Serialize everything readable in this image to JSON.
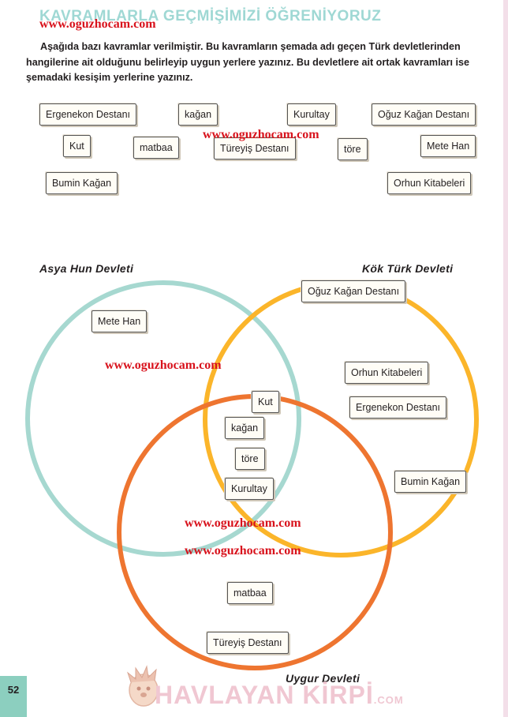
{
  "page": {
    "title": "KAVRAMLARLA GEÇMİŞİMİZİ ÖĞRENİYORUZ",
    "watermark": "www.oguzhocam.com",
    "instructions": "Aşağıda bazı kavramlar verilmiştir. Bu kavramların şemada adı geçen Türk devletlerinden hangilerine ait olduğunu belirleyip uygun yerlere yazınız. Bu devletlere ait ortak kavramları ise şemadaki kesişim yerlerine yazınız.",
    "page_number": "52",
    "logo_text": "HAVLAYAN KİRPİ",
    "logo_suffix": ".COM"
  },
  "concepts": {
    "ergenekon": "Ergenekon Destanı",
    "kagan": "kağan",
    "kurultay": "Kurultay",
    "oguz": "Oğuz Kağan Destanı",
    "kut": "Kut",
    "matbaa": "matbaa",
    "tureyis": "Türeyiş Destanı",
    "tore": "töre",
    "mete": "Mete Han",
    "bumin": "Bumin Kağan",
    "orhun": "Orhun Kitabeleri"
  },
  "diagram": {
    "asya_hun": {
      "label": "Asya Hun Devleti",
      "color": "#a6d8d0",
      "items": [
        "Mete Han"
      ]
    },
    "kok_turk": {
      "label": "Kök Türk Devleti",
      "color": "#fbb52a",
      "items": [
        "Oğuz Kağan Destanı",
        "Orhun Kitabeleri",
        "Ergenekon Destanı",
        "Bumin Kağan"
      ]
    },
    "uygur": {
      "label": "Uygur Devleti",
      "color": "#ee7530",
      "items": [
        "matbaa",
        "Türeyiş Destanı"
      ]
    },
    "common_all": [
      "Kut",
      "kağan",
      "töre",
      "Kurultay"
    ]
  }
}
